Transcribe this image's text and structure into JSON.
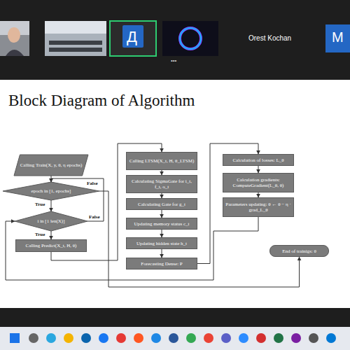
{
  "diagram": {
    "title": "Block Diagram of Algorithm",
    "nodes": [
      {
        "text": [
          "Calling Train(X, y, θ, η epochs)"
        ]
      },
      {
        "text": [
          "epoch in [1, epochs]"
        ]
      },
      {
        "text": [
          "i in [1 len(X)]"
        ]
      },
      {
        "text": [
          "Calling Predict(X_t, H, θ)"
        ]
      },
      {
        "text": [
          "Calling LTSM(X_t, H, θ_LTSM)"
        ]
      },
      {
        "text": [
          "Calculating SigmaGate for i_t, f_t, o_t"
        ]
      },
      {
        "text": [
          "Calculating Gate for g_t"
        ]
      },
      {
        "text": [
          "Updating memory status c_t"
        ]
      },
      {
        "text": [
          "Updating hidden state h_t"
        ]
      },
      {
        "text": [
          "Forecasting Dense: P"
        ]
      },
      {
        "text": [
          "Calculation of losses: L_θ"
        ]
      },
      {
        "text": [
          "Calculation gradients: ComputeGradient(L_θ, θ)"
        ]
      },
      {
        "text": [
          "Parameters updating: θ ← θ − η · grad_L_θ"
        ]
      },
      {
        "text": [
          "End of trainigs: θ"
        ]
      }
    ],
    "edges": [
      {
        "from": 0,
        "to": 1,
        "arrow": "to"
      },
      {
        "from": 1,
        "to": 2,
        "label": "True",
        "arrow": "to"
      },
      {
        "from": 1,
        "to": 13,
        "label": "False",
        "arrow": "to"
      },
      {
        "from": 2,
        "to": 3,
        "label": "True",
        "arrow": "to"
      },
      {
        "from": 2,
        "to": 1,
        "label": "False",
        "arrow": "to"
      },
      {
        "from": 3,
        "to": 4,
        "arrow": "to"
      },
      {
        "from": 4,
        "to": 5,
        "arrow": "to"
      },
      {
        "from": 5,
        "to": 6,
        "arrow": "to"
      },
      {
        "from": 6,
        "to": 7,
        "arrow": "to"
      },
      {
        "from": 7,
        "to": 8,
        "arrow": "to"
      },
      {
        "from": 8,
        "to": 9,
        "arrow": "to"
      },
      {
        "from": 9,
        "to": 10,
        "arrow": "to"
      },
      {
        "from": 10,
        "to": 11,
        "arrow": "to"
      },
      {
        "from": 11,
        "to": 12,
        "arrow": "to"
      },
      {
        "from": 12,
        "to": 2,
        "arrow": "to"
      }
    ],
    "labels": [
      "Д",
      "Orest Kochan",
      "M",
      "•••"
    ]
  }
}
